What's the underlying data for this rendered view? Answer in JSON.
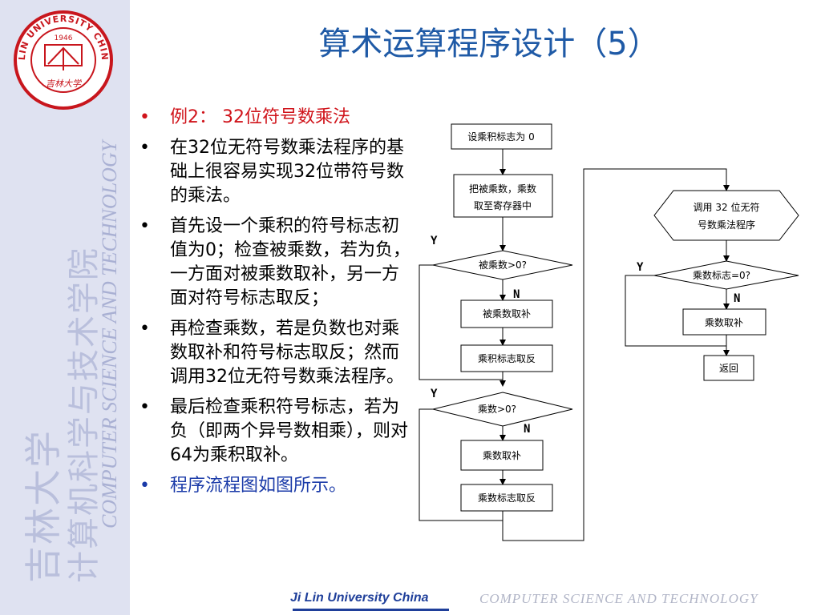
{
  "sidebar": {
    "logo": {
      "top_text": "JILIN UNIVERSITY CHINA",
      "year": "1946",
      "motto": "吉林大学"
    },
    "cn_line1": "吉林大学",
    "cn_line2": "计算机科学与技术学院",
    "en_line": "COMPUTER SCIENCE AND TECHNOLOGY"
  },
  "title": "算术运算程序设计（5）",
  "bullets": [
    {
      "text": "例2： 32位符号数乘法",
      "style": "red"
    },
    {
      "text": "在32位无符号数乘法程序的基础上很容易实现32位带符号数的乘法。",
      "style": "normal"
    },
    {
      "text": "首先设一个乘积的符号标志初值为0；检查被乘数，若为负，一方面对被乘数取补，另一方面对符号标志取反；",
      "style": "normal"
    },
    {
      "text": "再检查乘数，若是负数也对乘数取补和符号标志取反；然而调用32位无符号数乘法程序。",
      "style": "normal"
    },
    {
      "text": "最后检查乘积符号标志，若为负（即两个异号数相乘），则对64为乘积取补。",
      "style": "normal"
    },
    {
      "text": "程序流程图如图所示。",
      "style": "blue"
    }
  ],
  "bullet_symbol": "•",
  "flowchart": {
    "set_flag": "设乘积标志为 0",
    "load_line1": "把被乘数，乘数",
    "load_line2": "取至寄存器中",
    "check_multiplicand": "被乘数>0?",
    "negate_multiplicand": "被乘数取补",
    "invert_flag1": "乘积标志取反",
    "check_multiplier": "乘数>0?",
    "negate_multiplier": "乘数取补",
    "invert_flag2": "乘数标志取反",
    "call_line1": "调用 32 位无符",
    "call_line2": "号数乘法程序",
    "check_flag": "乘数标志=0?",
    "negate_product": "乘数取补",
    "return": "返回",
    "yes": "Y",
    "no": "N"
  },
  "footer": {
    "left": "Ji Lin University China",
    "right": "COMPUTER   SCIENCE  AND  TECHNOLOGY"
  },
  "colors": {
    "title": "#1f5aa6",
    "red_bullet": "#d0141b",
    "blue_bullet": "#1a3aa8",
    "logo_red": "#c8161d"
  }
}
